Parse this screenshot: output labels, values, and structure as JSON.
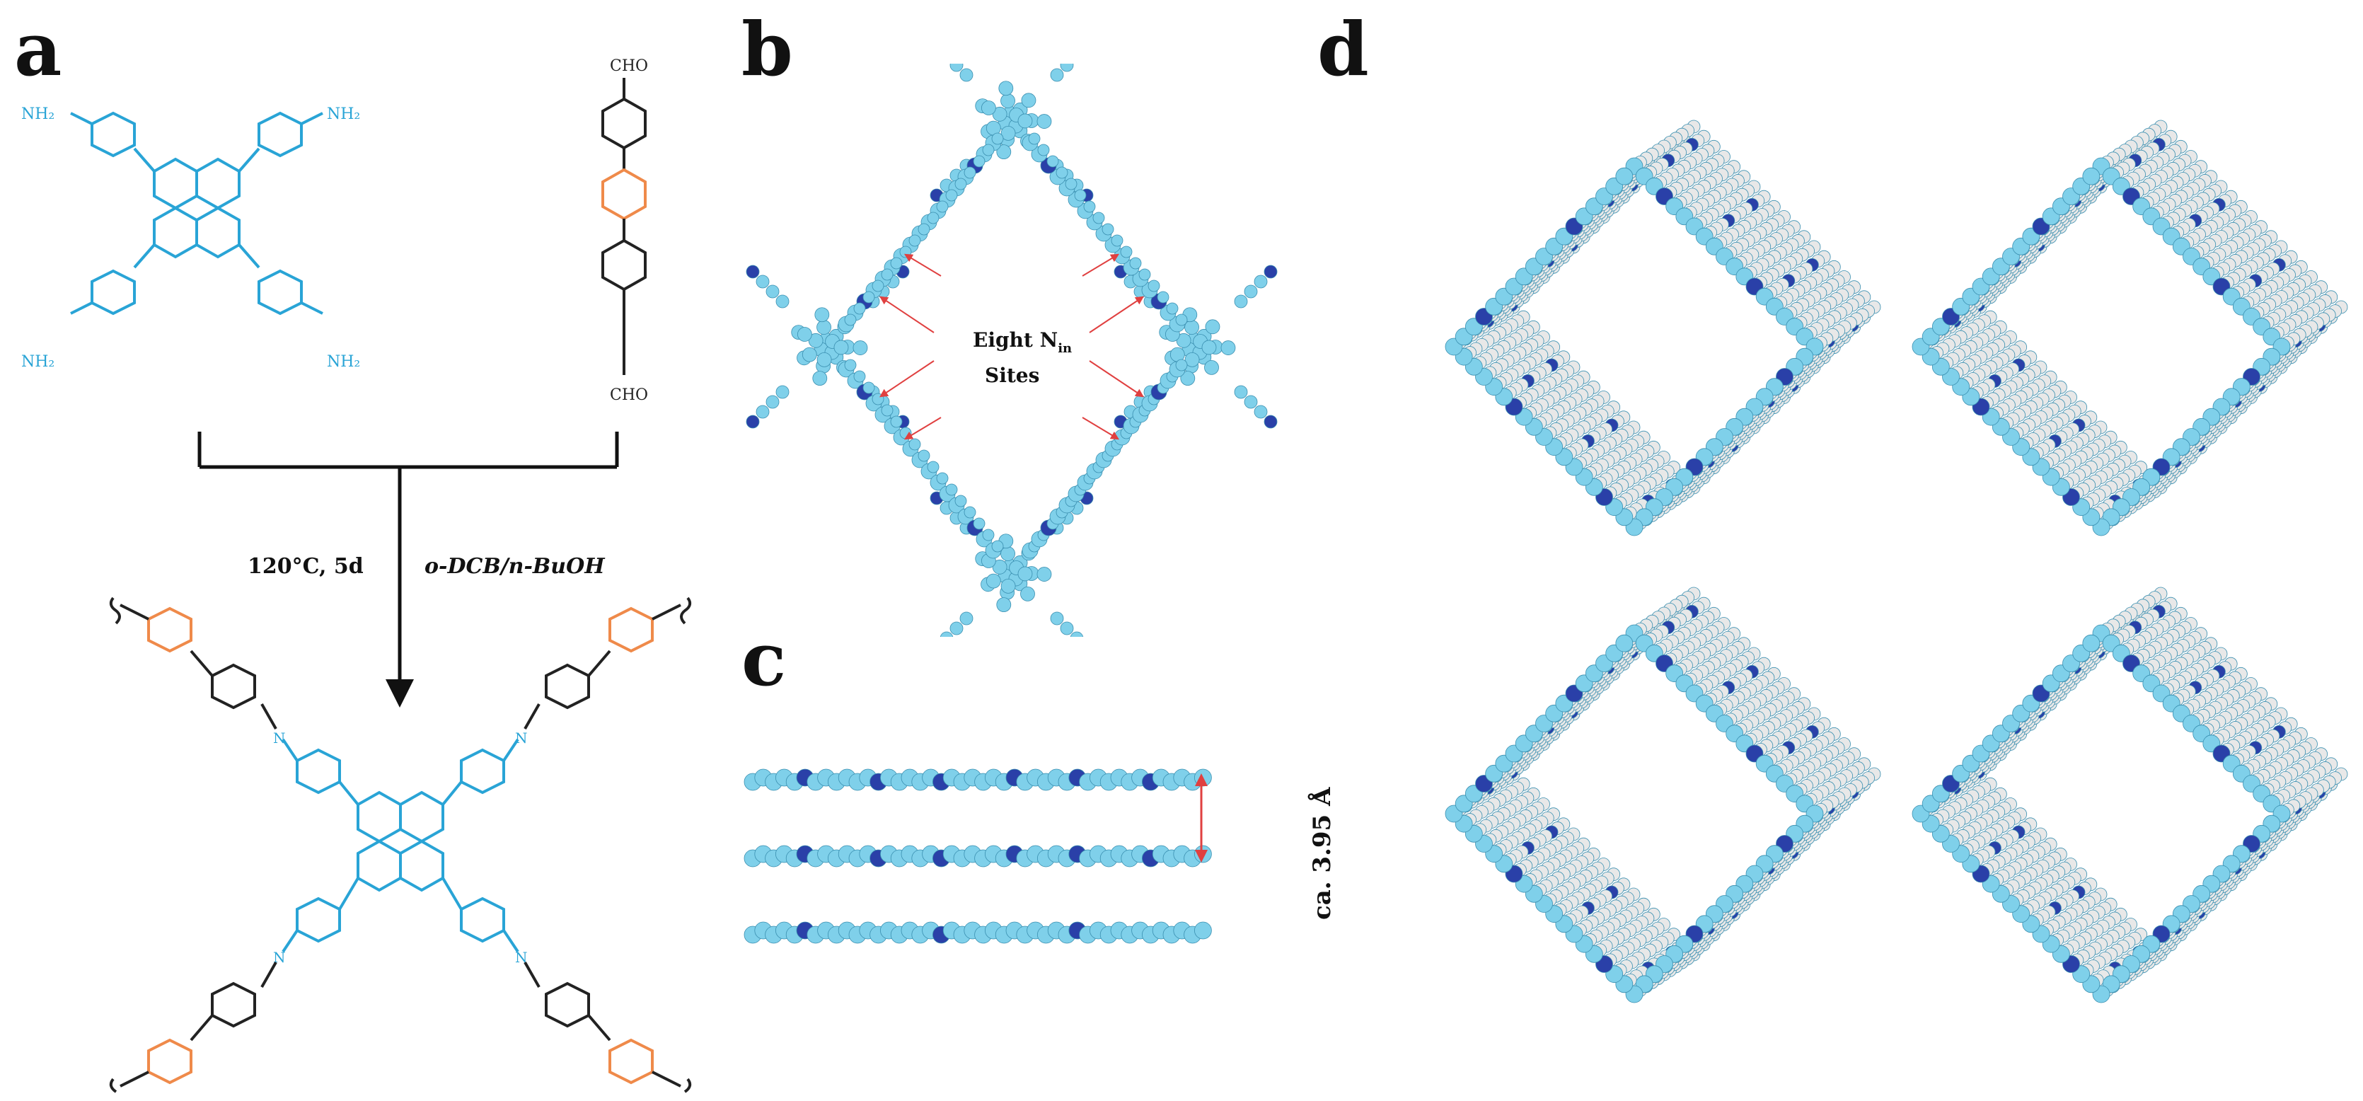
{
  "panels": {
    "a": "a",
    "b": "b",
    "c": "c",
    "d": "d"
  },
  "scheme": {
    "amine_groups": [
      "NH₂",
      "NH₂",
      "NH₂",
      "NH₂"
    ],
    "aldehyde_groups": [
      "CHO",
      "CHO"
    ],
    "conditions_left": "120°C, 5d",
    "conditions_right": "o-DCB/n-BuOH",
    "n_labels": [
      "N",
      "N",
      "N",
      "N"
    ]
  },
  "pore": {
    "label_line1": "Eight N",
    "label_sub": "in",
    "label_line2": "Sites"
  },
  "stacking": {
    "distance": "ca. 3.95 Å"
  },
  "colors": {
    "cyan": "#29a4d6",
    "light_blue": "#7fd0ea",
    "dark_blue": "#2a40a8",
    "orange": "#ef8a4a",
    "arrow_red": "#e04040",
    "hydrogen": "#e8e8e8"
  }
}
